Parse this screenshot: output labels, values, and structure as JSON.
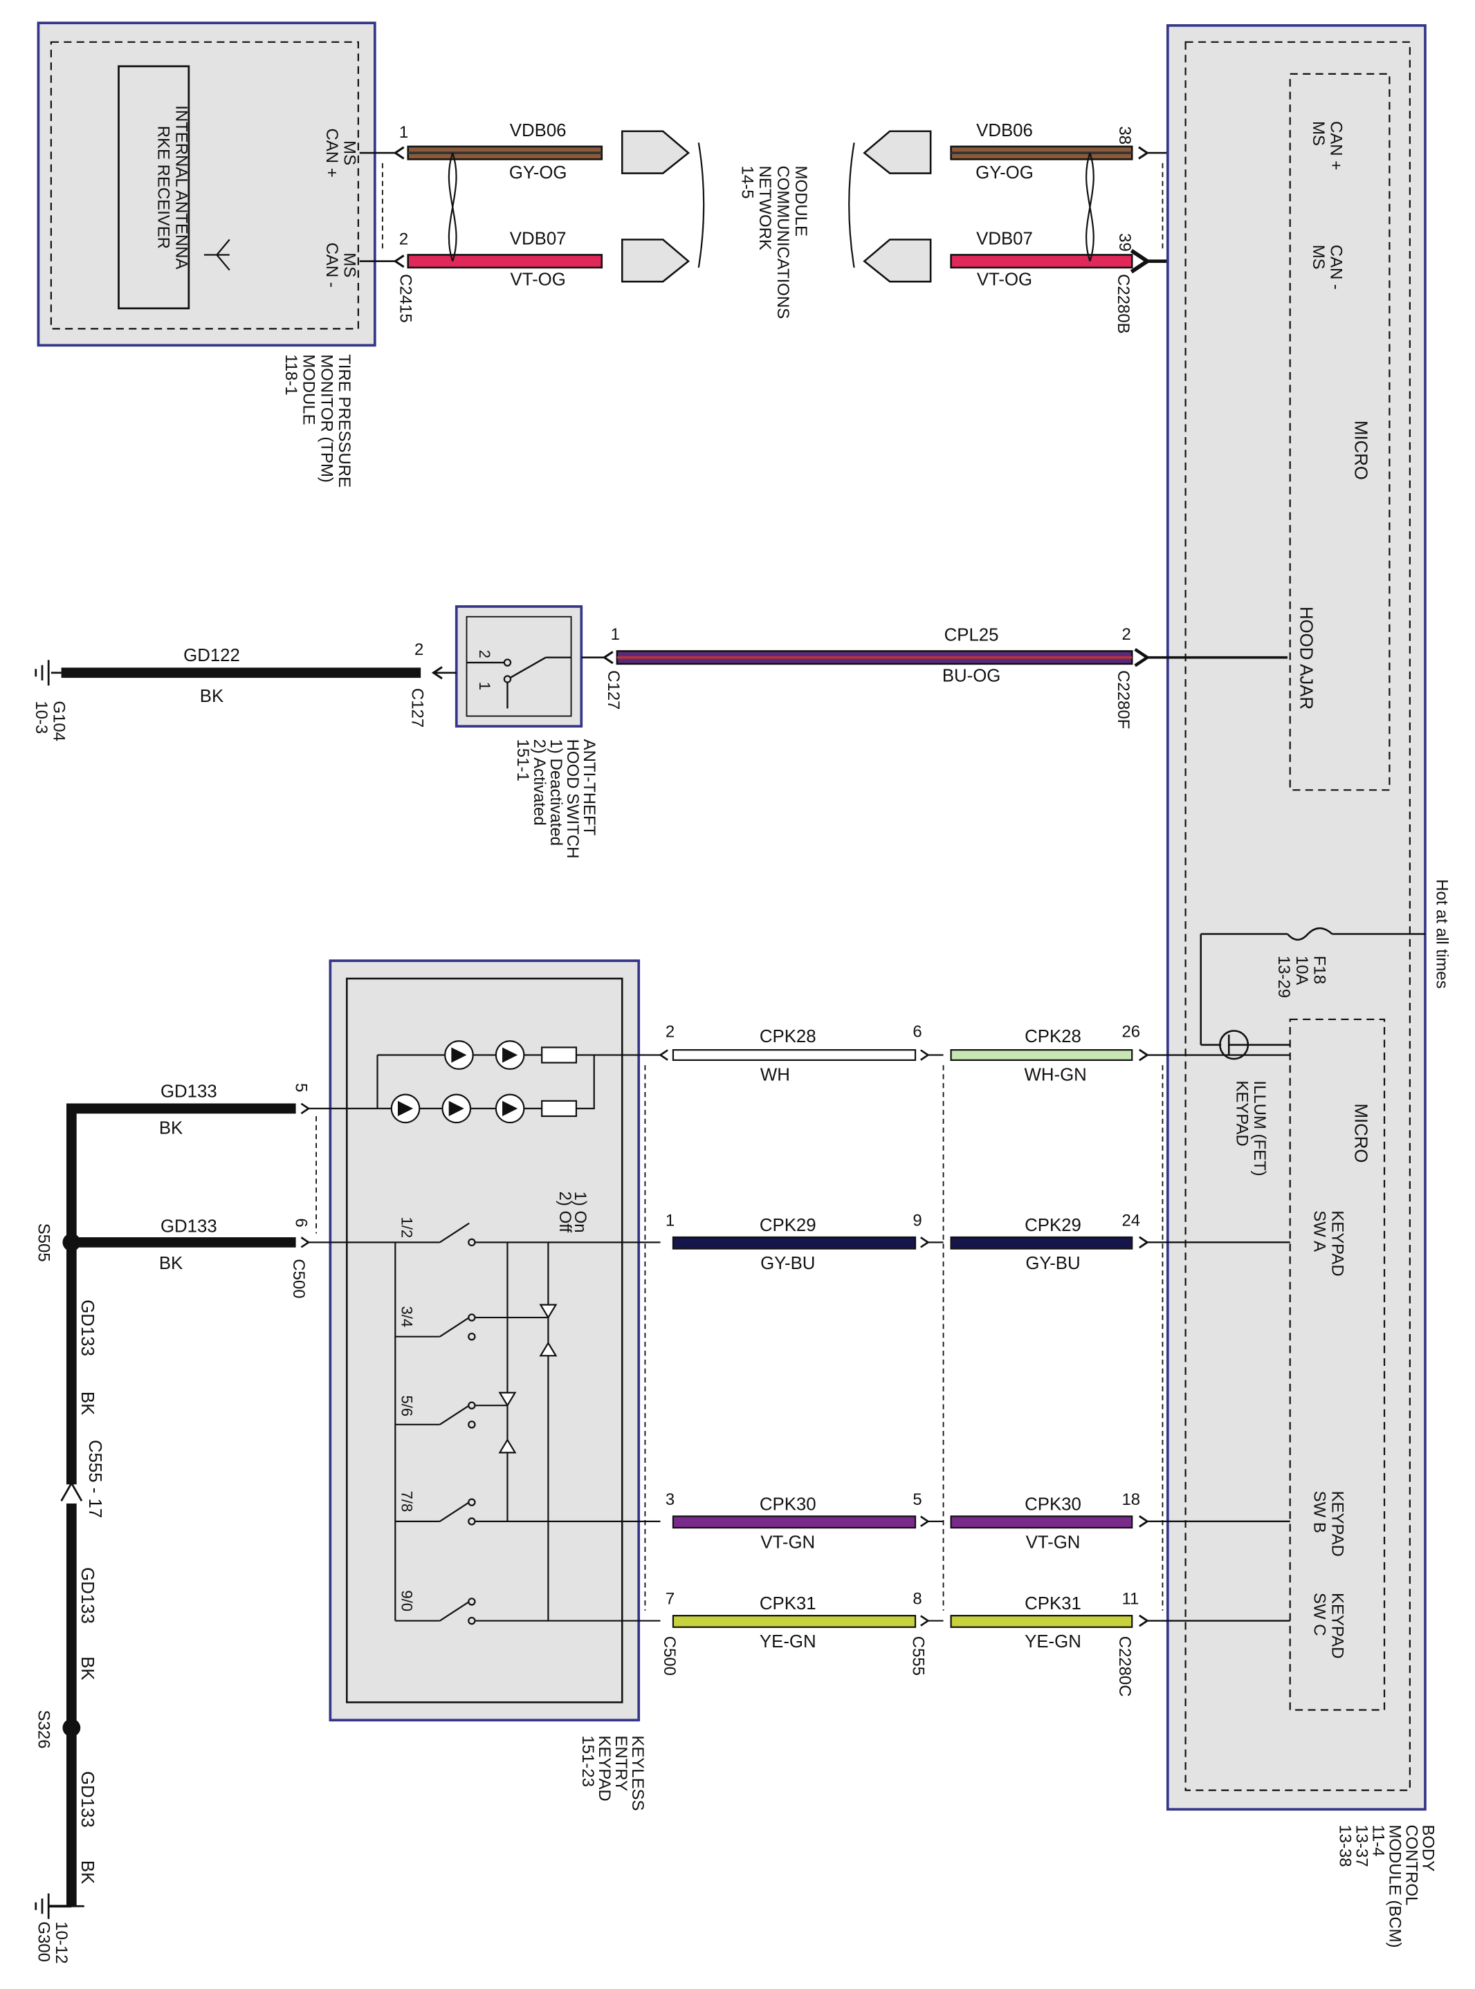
{
  "modules": {
    "tpm": {
      "title_lines": [
        "TIRE PRESSURE",
        "MONITOR (TPM)",
        "MODULE",
        "118-1"
      ],
      "receiver_lines": [
        "INTERNAL ANTENNA",
        "RKE RECEIVER"
      ],
      "pin1_label": [
        "MS",
        "CAN +"
      ],
      "pin2_label": [
        "MS",
        "CAN -"
      ]
    },
    "bcm": {
      "title_lines": [
        "BODY",
        "CONTROL",
        "MODULE (BCM)",
        "11-4",
        "13-37",
        "13-38"
      ],
      "micro_label": "MICRO",
      "micro2_label": "MICRO",
      "can_plus": [
        "MS",
        "CAN +"
      ],
      "can_minus": [
        "MS",
        "CAN -"
      ],
      "hood_ajar": "HOOD AJAR",
      "keypad_illum": [
        "KEYPAD",
        "ILLUM (FET)"
      ],
      "sw_a": [
        "KEYPAD",
        "SW A"
      ],
      "sw_b": [
        "KEYPAD",
        "SW B"
      ],
      "sw_c": [
        "KEYPAD",
        "SW C"
      ]
    },
    "hood_switch": {
      "title_lines": [
        "ANTI-THEFT",
        "HOOD SWITCH",
        "1) Deactivated",
        "2) Activated",
        "151-1"
      ],
      "pos2": "2",
      "pos1": "1"
    },
    "keypad": {
      "title_lines": [
        "KEYLESS",
        "ENTRY",
        "KEYPAD",
        "151-23"
      ],
      "onoff_lines": [
        "1) On",
        "2) Off"
      ],
      "buttons": [
        "1/2",
        "3/4",
        "5/6",
        "7/8",
        "9/0"
      ]
    },
    "network": {
      "lines": [
        "MODULE",
        "COMMUNICATIONS",
        "NETWORK",
        "14-5"
      ]
    }
  },
  "power": {
    "hot_label": "Hot at all times",
    "fuse_lines": [
      "F18",
      "10A",
      "13-29"
    ]
  },
  "connectors": {
    "c2415": "C2415",
    "c2280b": "C2280B",
    "c127a": "C127",
    "c127b": "C127",
    "c2280f": "C2280F",
    "c500a": "C500",
    "c500b": "C500",
    "c555": "C555",
    "c2280c": "C2280C",
    "c555_17": "C555 - 17"
  },
  "circuits": [
    {
      "id": "VDB06",
      "color": "GY-OG",
      "pin_left": "1",
      "pin_right": "38"
    },
    {
      "id": "VDB07",
      "color": "VT-OG",
      "pin_left": "2",
      "pin_right": "39"
    },
    {
      "id": "CPL25",
      "color": "BU-OG",
      "pin_left": "1",
      "pin_right": "2"
    },
    {
      "id": "GD122",
      "color": "BK",
      "pin": "2"
    },
    {
      "id": "CPK28",
      "color_left": "WH",
      "color_right": "WH-GN",
      "pin_kp": "2",
      "pin_c555": "6",
      "pin_bcm": "26"
    },
    {
      "id": "CPK29",
      "color": "GY-BU",
      "pin_kp": "1",
      "pin_c555": "9",
      "pin_bcm": "24"
    },
    {
      "id": "CPK30",
      "color": "VT-GN",
      "pin_kp": "3",
      "pin_c555": "5",
      "pin_bcm": "18"
    },
    {
      "id": "CPK31",
      "color": "YE-GN",
      "pin_kp": "7",
      "pin_c555": "8",
      "pin_bcm": "11"
    },
    {
      "id": "GD133",
      "color": "BK",
      "pin": "5"
    },
    {
      "id": "GD133",
      "color": "BK",
      "pin": "6"
    }
  ],
  "grounds": {
    "g104": [
      "G104",
      "10-3"
    ],
    "g300": [
      "G300",
      "10-12"
    ],
    "s505": "S505",
    "s326": "S326",
    "gd133_a": "GD133",
    "bk_a": "BK",
    "gd133_b": "GD133",
    "bk_b": "BK",
    "gd133_c": "GD133",
    "bk_c": "BK"
  },
  "colors": {
    "module_fill": "#e3e3e3",
    "module_border": "#35358a",
    "wire": "#111111",
    "vt_og": "#e0285a",
    "gy_og": "#8a5a3a",
    "bu_og": "#5a2a7a",
    "gy_bu": "#15154a",
    "vt_gn": "#7a2a8a",
    "ye_gn": "#c8d23c",
    "wh_gn": "#c8e6b4"
  }
}
